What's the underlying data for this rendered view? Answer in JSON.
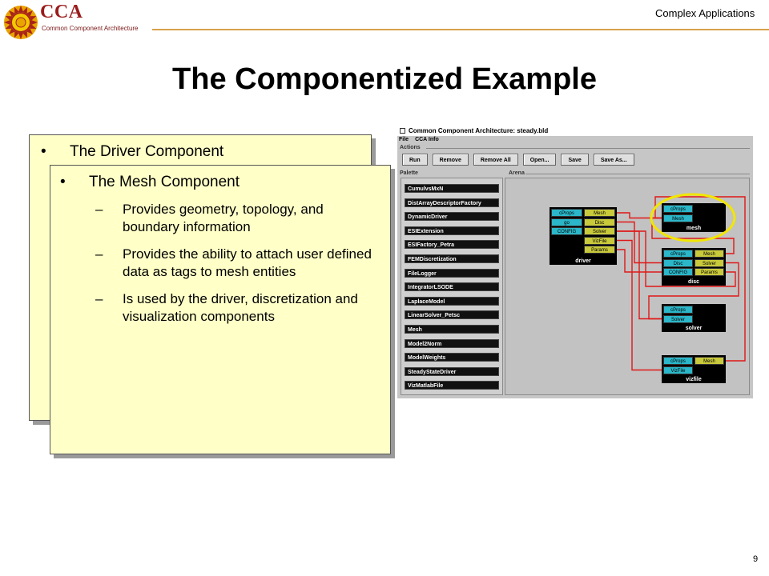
{
  "header": {
    "logo_text": "CCA",
    "logo_subtitle": "Common Component Architecture",
    "section": "Complex Applications"
  },
  "title": "The Componentized Example",
  "driver_box": {
    "heading": "The Driver Component"
  },
  "mesh_box": {
    "heading": "The Mesh Component",
    "bullets": [
      "Provides geometry, topology, and boundary  information",
      "Provides the ability to attach user defined data as tags to mesh entities",
      "Is used by the driver, discretization and visualization components"
    ]
  },
  "app": {
    "window_title": "Common Component Architecture: steady.bld",
    "menu": [
      "File",
      "CCA Info"
    ],
    "actions_label": "Actions",
    "buttons": [
      "Run",
      "Remove",
      "Remove All",
      "Open...",
      "Save",
      "Save As..."
    ],
    "palette_label": "Palette",
    "arena_label": "Arena",
    "palette": [
      "CumulvsMxN",
      "DistArrayDescriptorFactory",
      "DynamicDriver",
      "ESIExtension",
      "ESIFactory_Petra",
      "FEMDiscretization",
      "FileLogger",
      "IntegratorLSODE",
      "LaplaceModel",
      "LinearSolver_Petsc",
      "Mesh",
      "Model2Norm",
      "ModelWeights",
      "SteadyStateDriver",
      "VizMatlabFile"
    ],
    "components": [
      {
        "name": "driver",
        "provides": [
          "cProps",
          "go",
          "CONFIG"
        ],
        "uses": [
          "Mesh",
          "Disc",
          "Solver",
          "VizFile",
          "Params"
        ]
      },
      {
        "name": "mesh",
        "provides": [
          "cProps",
          "Mesh"
        ],
        "uses": []
      },
      {
        "name": "disc",
        "provides": [
          "cProps",
          "Disc",
          "CONFIG"
        ],
        "uses": [
          "Mesh",
          "Solver",
          "Params"
        ]
      },
      {
        "name": "solver",
        "provides": [
          "cProps",
          "Solver"
        ],
        "uses": []
      },
      {
        "name": "vizfile",
        "provides": [
          "cProps",
          "VizFile"
        ],
        "uses": [
          "Mesh"
        ]
      }
    ]
  },
  "page_number": "9",
  "colors": {
    "box_fill": "#ffffc8",
    "logo_red": "#9a1b1b",
    "header_line": "#d6a24a",
    "provides_port": "#2bb7c9",
    "uses_port": "#c9c93c",
    "wire": "#e01818",
    "highlight": "#f2e600"
  }
}
